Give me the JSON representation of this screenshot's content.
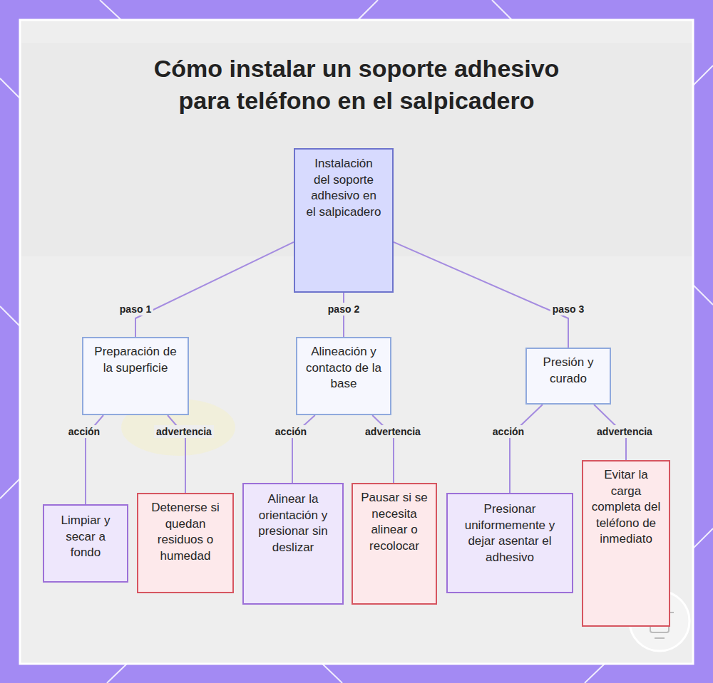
{
  "diagram": {
    "title": "Cómo instalar un soporte adhesivo para teléfono en el salpicadero",
    "nodes": [
      {
        "text": [
          "Instalación del soporte adhesivo en el salpicadero"
        ]
      },
      {
        "text": [
          "Preparación de la superficie"
        ]
      },
      {
        "text": [
          "Alineación y contacto de la base"
        ]
      },
      {
        "text": [
          "Presión y curado"
        ]
      },
      {
        "text": [
          "Limpiar y secar a fondo"
        ]
      },
      {
        "text": [
          "Detenerse si quedan residuos o humedad"
        ]
      },
      {
        "text": [
          "Alinear la orientación y presionar sin deslizar"
        ]
      },
      {
        "text": [
          "Pausar si se necesita alinear o recolocar"
        ]
      },
      {
        "text": [
          "Presionar uniformemente y dejar asentar el adhesivo"
        ]
      },
      {
        "text": [
          "Evitar la carga completa del teléfono de inmediato"
        ]
      }
    ],
    "edges": [
      {
        "from": 0,
        "to": 1,
        "label": "paso 1",
        "arrow": "none"
      },
      {
        "from": 0,
        "to": 2,
        "label": "paso 2",
        "arrow": "none"
      },
      {
        "from": 0,
        "to": 3,
        "label": "paso 3",
        "arrow": "none"
      },
      {
        "from": 1,
        "to": 4,
        "label": "acción",
        "arrow": "none"
      },
      {
        "from": 1,
        "to": 5,
        "label": "advertencia",
        "arrow": "none"
      },
      {
        "from": 2,
        "to": 6,
        "label": "acción",
        "arrow": "none"
      },
      {
        "from": 2,
        "to": 7,
        "label": "advertencia",
        "arrow": "none"
      },
      {
        "from": 3,
        "to": 8,
        "label": "acción",
        "arrow": "none"
      },
      {
        "from": 3,
        "to": 9,
        "label": "advertencia",
        "arrow": "none"
      }
    ]
  }
}
